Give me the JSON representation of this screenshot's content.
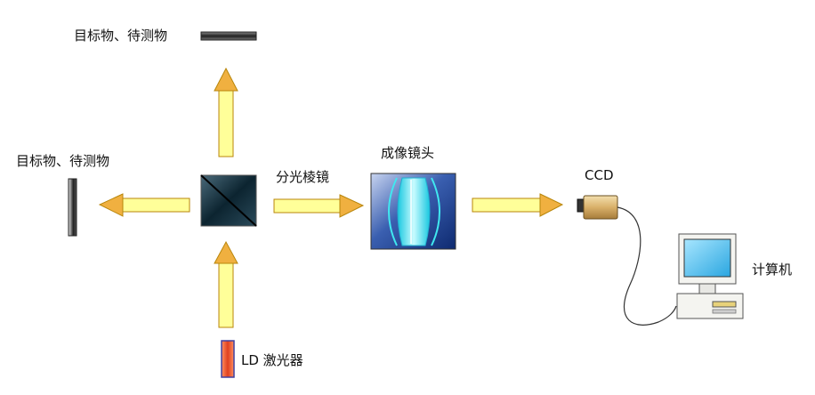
{
  "labels": {
    "target_top": "目标物、待测物",
    "target_left": "目标物、待测物",
    "prism": "分光棱镜",
    "lens": "成像镜头",
    "ccd": "CCD",
    "computer": "计算机",
    "laser": "LD 激光器"
  },
  "colors": {
    "arrow_fill": "#FFFF99",
    "arrow_head": "#F0B040",
    "arrow_stroke": "#B8860B",
    "lens_bg": "#1E3F8F",
    "lens_element": "#40E8F0",
    "prism_dark": "#0C2430",
    "laser": "#E85030",
    "ccd_body": "#D9B06A",
    "monitor_screen": "#4FC8F0"
  }
}
